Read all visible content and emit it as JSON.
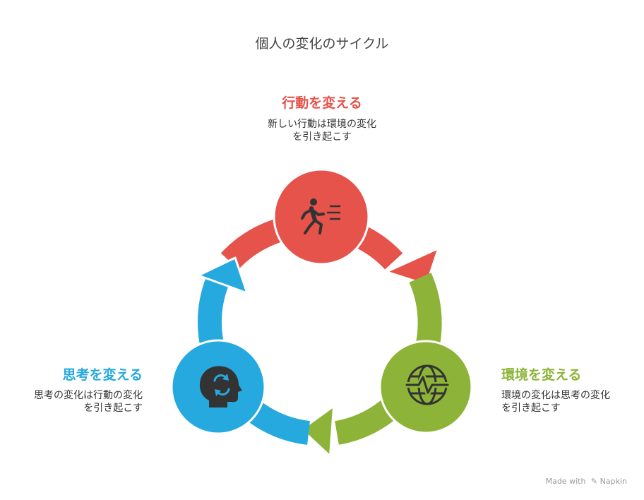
{
  "title": "個人の変化のサイクル",
  "nodes": [
    {
      "heading": "行動を変える",
      "description_lines": [
        "新しい行動は環境の変化",
        "を引き起こす"
      ],
      "color": "#e5534b",
      "icon": "running-person-icon"
    },
    {
      "heading": "環境を変える",
      "description_lines": [
        "環境の変化は思考の変化",
        "を引き起こす"
      ],
      "color": "#8db438",
      "icon": "globe-pulse-icon"
    },
    {
      "heading": "思考を変える",
      "description_lines": [
        "思考の変化は行動の変化",
        "を引き起こす"
      ],
      "color": "#25a9de",
      "icon": "head-cycle-icon"
    }
  ],
  "credit": {
    "prefix": "Made with",
    "brand": "Napkin"
  }
}
